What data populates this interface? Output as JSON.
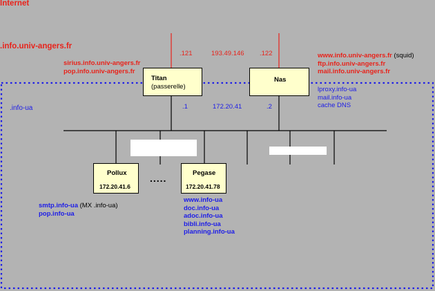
{
  "internet_label": "Internet",
  "domain_label": ".info.univ-angers.fr",
  "lan_label": ".info-ua",
  "titan": {
    "name": "Titan",
    "role": "(passerelle)",
    "public_ip": ".121",
    "lan_ip": ".1",
    "aliases": [
      "sirius.info.univ-angers.fr",
      "pop.info.univ-angers.fr"
    ]
  },
  "nas": {
    "name": "Nas",
    "public_ip": ".122",
    "lan_ip": ".2",
    "public_services": [
      {
        "text": "www.info.univ-angers.fr",
        "note": " (squid)"
      },
      {
        "text": "ftp.info.univ-angers.fr",
        "note": ""
      },
      {
        "text": "mail.info.univ-angers.fr",
        "note": ""
      }
    ],
    "lan_services": [
      "lproxy.info-ua",
      "mail.info-ua",
      "cache DNS"
    ]
  },
  "public_network": "193.49.146",
  "lan_network": "172.20.41",
  "pollux": {
    "name": "Pollux",
    "ip": "172.20.41.6",
    "services": [
      {
        "text": "smtp.info-ua",
        "note": " (MX  .info-ua)"
      },
      {
        "text": "pop.info-ua",
        "note": ""
      }
    ]
  },
  "pegase": {
    "name": "Pegase",
    "ip": "172.20.41.78",
    "services": [
      "www.info-ua",
      "doc.info-ua",
      "adoc.info-ua",
      "bibli.info-ua",
      "planning.info-ua"
    ]
  },
  "ellipsis": ".....",
  "colors": {
    "background": "#b3b3b3",
    "public": "#e8231b",
    "lan": "#1c1ce8",
    "node_fill": "#ffffcc"
  }
}
